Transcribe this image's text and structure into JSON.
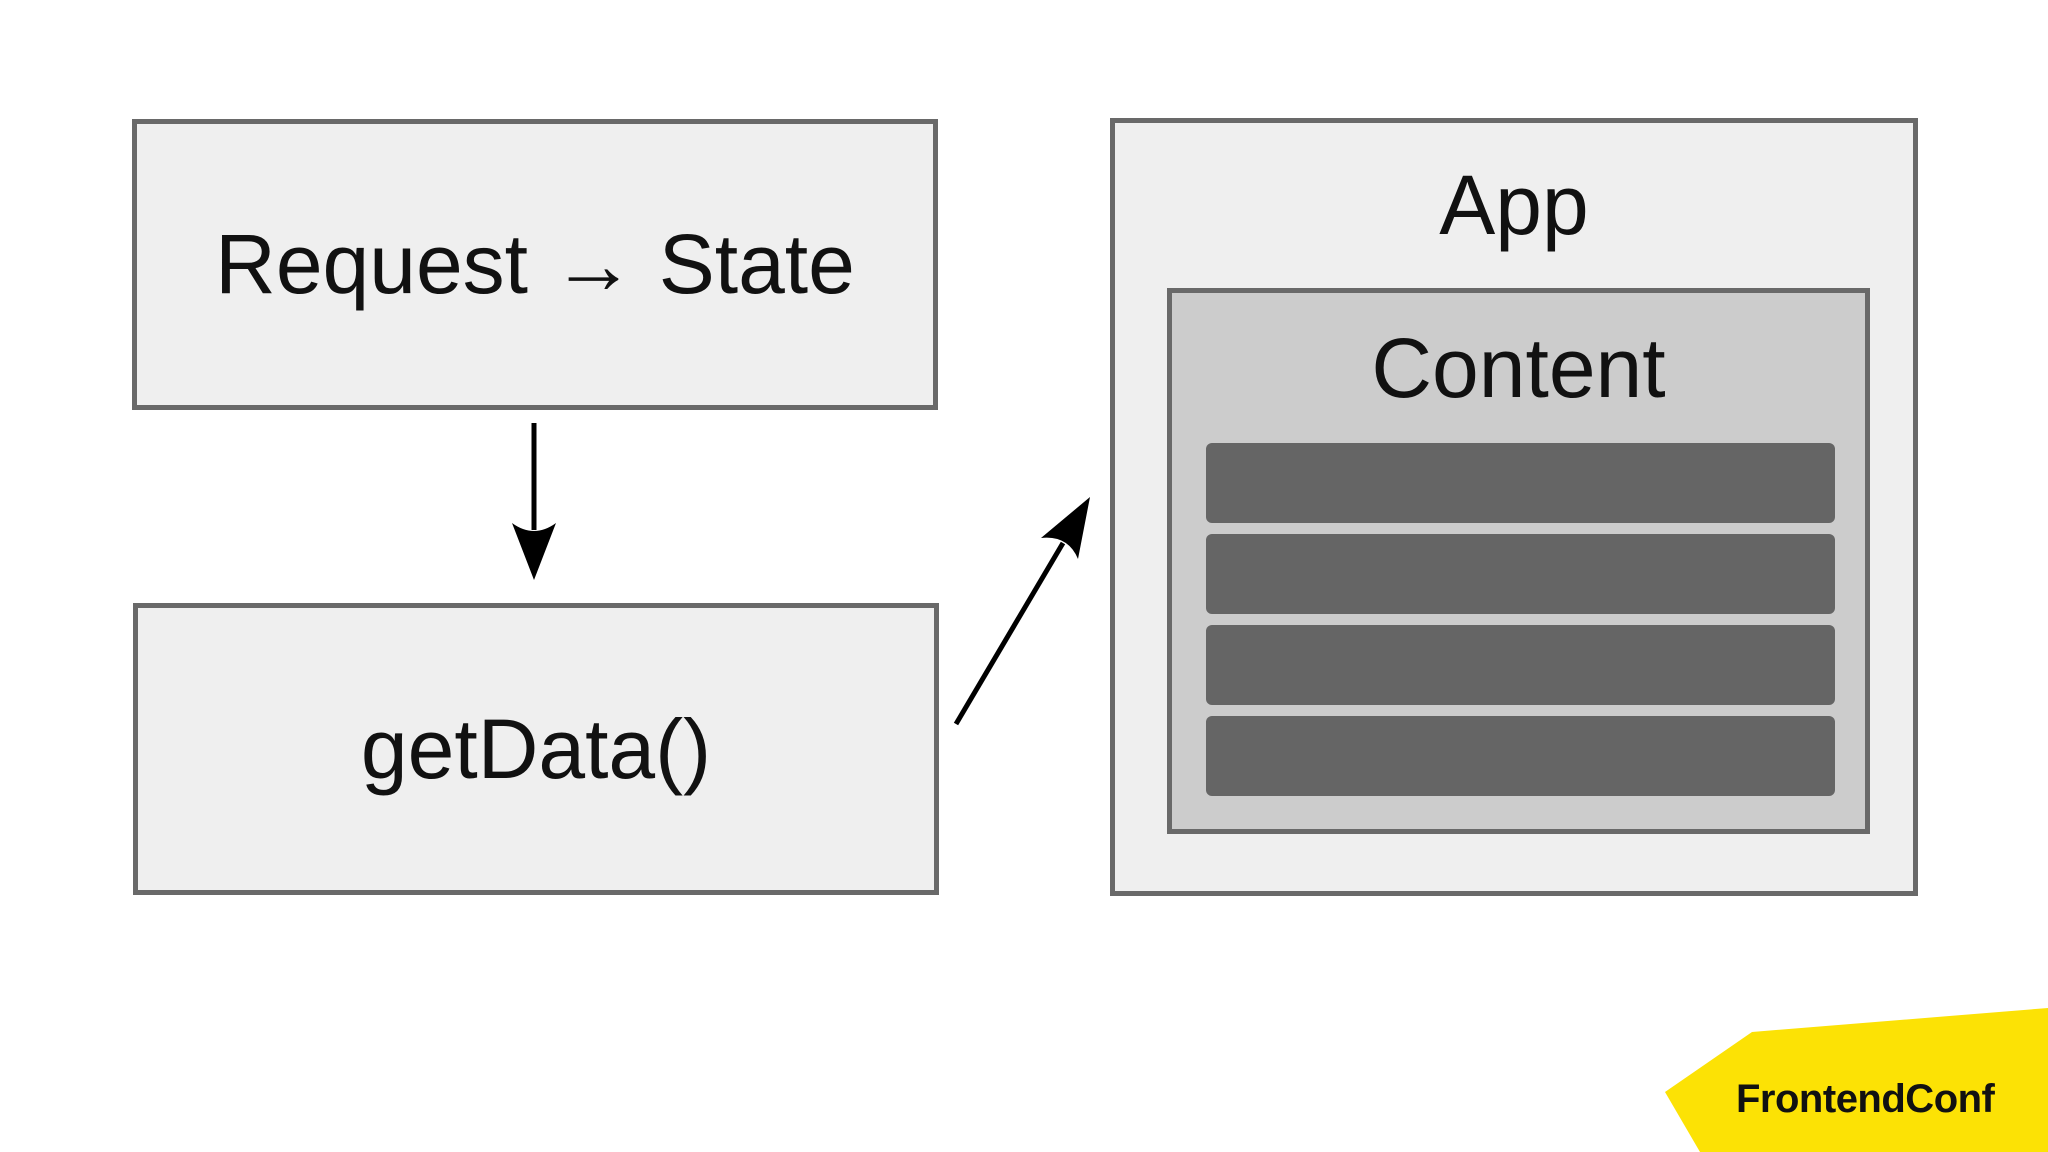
{
  "slide": {
    "background": "#ffffff"
  },
  "colors": {
    "slide_bg": "#ffffff",
    "box_fill": "#efefef",
    "box_border": "#696969",
    "content_fill": "#cccccc",
    "row_fill": "#656565",
    "arrow_color": "#000000",
    "label_color": "#111111",
    "logo_yellow": "#fce205",
    "logo_text_color": "#111111"
  },
  "diagram": {
    "request_state_box": {
      "label": "Request → State"
    },
    "getdata_box": {
      "label": "getData()"
    },
    "app_box": {
      "label": "App",
      "content_box": {
        "label": "Content",
        "row_count": 4
      }
    },
    "arrows": [
      {
        "name": "request-to-getdata",
        "from": "Request → State",
        "to": "getData()",
        "direction": "down"
      },
      {
        "name": "getdata-to-app",
        "from": "getData()",
        "to": "App",
        "direction": "up-right"
      }
    ]
  },
  "logo": {
    "text": "FrontendConf"
  }
}
